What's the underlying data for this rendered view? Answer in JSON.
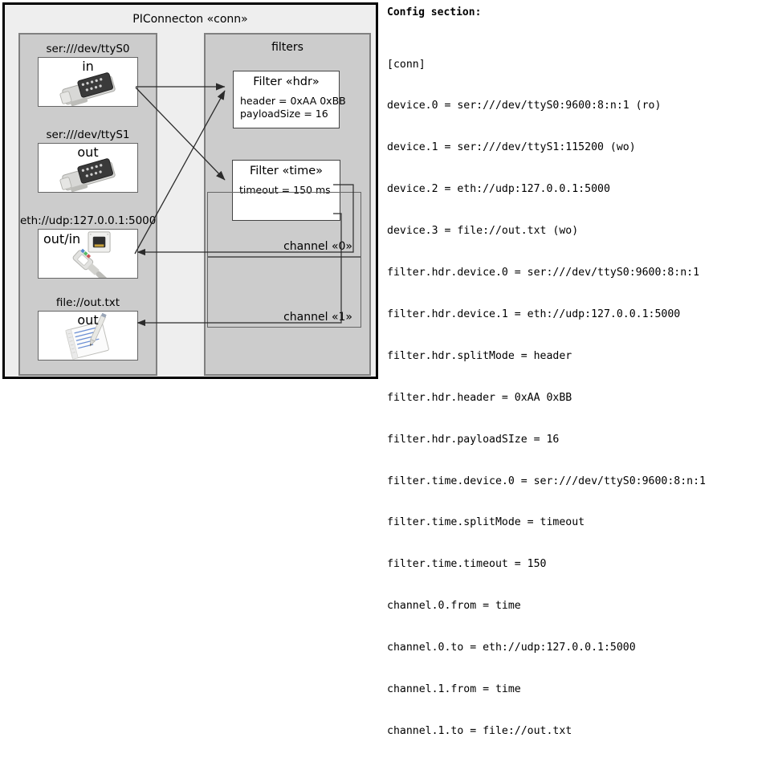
{
  "diagram": {
    "title": "PIConnecton «conn»",
    "devices_panel": {
      "groups": [
        {
          "label": "ser:///dev/ttyS0",
          "io": "in",
          "icon": "serial-port-icon"
        },
        {
          "label": "ser:///dev/ttyS1",
          "io": "out",
          "icon": "serial-port-icon"
        },
        {
          "label": "eth://udp:127.0.0.1:5000",
          "io": "out/in",
          "icon": "ethernet-plug-icon"
        },
        {
          "label": "file://out.txt",
          "io": "out",
          "icon": "text-file-icon"
        }
      ]
    },
    "filters_panel": {
      "title": "filters",
      "filters": [
        {
          "title": "Filter «hdr»",
          "props": [
            "header = 0xAA 0xBB",
            "payloadSize = 16"
          ]
        },
        {
          "title": "Filter «time»",
          "props": [
            "timeout = 150 ms"
          ]
        }
      ],
      "channels": [
        {
          "label": "channel «0»"
        },
        {
          "label": "channel «1»"
        }
      ]
    }
  },
  "config": {
    "heading": "Config section:",
    "lines": [
      "[conn]",
      "device.0 = ser:///dev/ttyS0:9600:8:n:1 (ro)",
      "device.1 = ser:///dev/ttyS1:115200 (wo)",
      "device.2 = eth://udp:127.0.0.1:5000",
      "device.3 = file://out.txt (wo)",
      "filter.hdr.device.0 = ser:///dev/ttyS0:9600:8:n:1",
      "filter.hdr.device.1 = eth://udp:127.0.0.1:5000",
      "filter.hdr.splitMode = header",
      "filter.hdr.header = 0xAA 0xBB",
      "filter.hdr.payloadSIze = 16",
      "filter.time.device.0 = ser:///dev/ttyS0:9600:8:n:1",
      "filter.time.splitMode = timeout",
      "filter.time.timeout = 150",
      "channel.0.from = time",
      "channel.0.to = eth://udp:127.0.0.1:5000",
      "channel.1.from = time",
      "channel.1.to = file://out.txt"
    ]
  },
  "colors": {
    "frame_border": "#000000",
    "frame_bg": "#eeeeee",
    "panel_bg": "#cccccc",
    "panel_border": "#808080",
    "box_bg": "#ffffff",
    "connector": "#333333"
  }
}
